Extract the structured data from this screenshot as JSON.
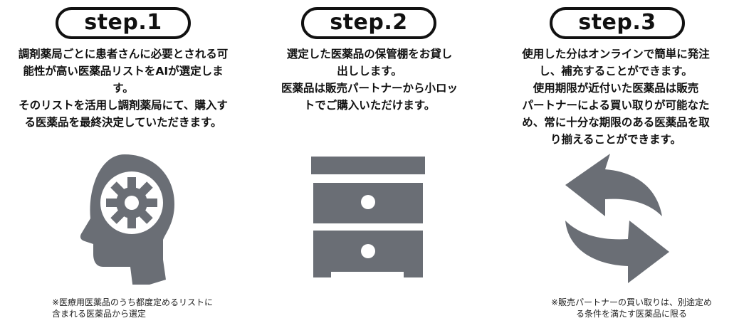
{
  "steps": [
    {
      "label": "step.1",
      "description": "調剤薬局ごとに患者さんに必要とされる可\n能性が高い医薬品リストをAIが選定しま\nす。\nそのリストを活用し調剤薬局にて、購入す\nる医薬品を最終決定していただきます。",
      "icon": "head-gear-icon",
      "note": "※医療用医薬品のうち都度定めるリストに\n含まれる医薬品から選定"
    },
    {
      "label": "step.2",
      "description": "選定した医薬品の保管棚をお貸し\n出しします。\n医薬品は販売パートナーから小ロッ\nトでご購入いただけます。",
      "icon": "storage-cabinet-icon",
      "note": ""
    },
    {
      "label": "step.3",
      "description": "使用した分はオンラインで簡単に発注\nし、補充することができます。\n使用期限が近付いた医薬品は販売\nパートナーによる買い取りが可能なた\nめ、常に十分な期限のある医薬品を取\nり揃えることができます。",
      "icon": "exchange-arrows-icon",
      "note": "※販売パートナーの買い取りは、別途定め\nる条件を満たす医薬品に限る"
    }
  ],
  "colors": {
    "icon": "#6a6e75",
    "text": "#111111",
    "pill_border": "#111111"
  }
}
